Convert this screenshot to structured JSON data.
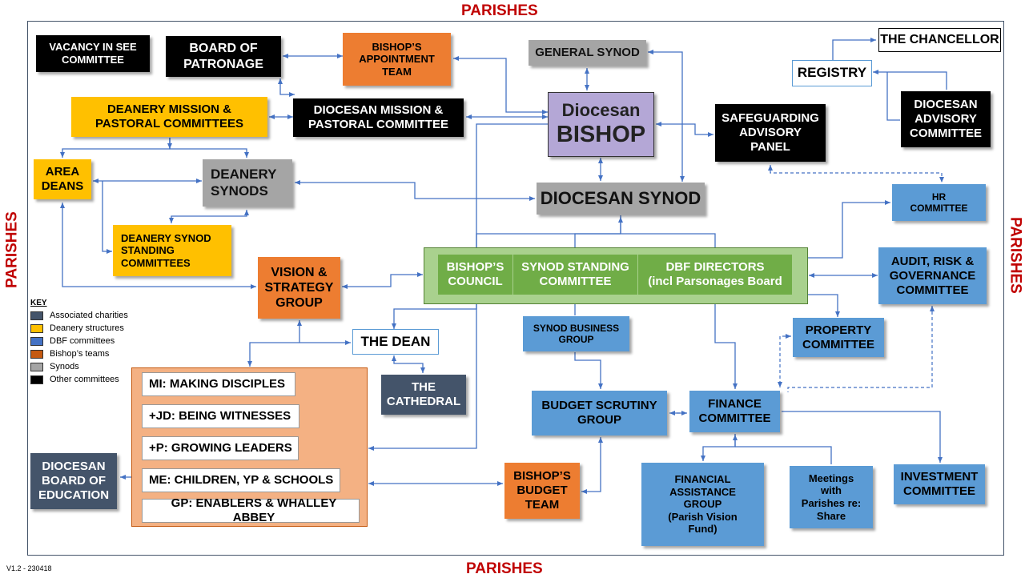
{
  "parishes": {
    "top": "PARISHES",
    "bottom": "PARISHES",
    "left": "PARISHES",
    "right": "PARISHES"
  },
  "nodes": {
    "vacancy": "VACANCY IN SEE\nCOMMITTEE",
    "board_patronage": "BOARD OF\nPATRONAGE",
    "appointment_team": "BISHOP’S\nAPPOINTMENT\nTEAM",
    "general_synod": "GENERAL SYNOD",
    "chancellor": "THE CHANCELLOR",
    "registry": "REGISTRY",
    "dac": "DIOCESAN\nADVISORY\nCOMMITTEE",
    "deanery_mission": "DEANERY MISSION &\nPASTORAL COMMITTEES",
    "diocesan_mission": "DIOCESAN MISSION &\nPASTORAL COMMITTEE",
    "bishop_line1": "Diocesan",
    "bishop_line2": "BISHOP",
    "safeguarding": "SAFEGUARDING\nADVISORY\nPANEL",
    "area_deans": "AREA\nDEANS",
    "deanery_synods": "DEANERY\nSYNODS",
    "diocesan_synod": "DIOCESAN SYNOD",
    "hr_committee": "HR\nCOMMITTEE",
    "deanery_synod_standing": "DEANERY SYNOD\nSTANDING\nCOMMITTEES",
    "vision_strategy": "VISION &\nSTRATEGY\nGROUP",
    "bishops_council": "BISHOP’S\nCOUNCIL",
    "synod_standing": "SYNOD STANDING\nCOMMITTEE",
    "dbf_directors": "DBF DIRECTORS\n(incl Parsonages Board",
    "audit_risk": "AUDIT, RISK &\nGOVERNANCE\nCOMMITTEE",
    "the_dean": "THE DEAN",
    "synod_business": "SYNOD BUSINESS\nGROUP",
    "property": "PROPERTY\nCOMMITTEE",
    "the_cathedral": "THE\nCATHEDRAL",
    "budget_scrutiny": "BUDGET SCRUTINY\nGROUP",
    "finance": "FINANCE\nCOMMITTEE",
    "mi": "MI: MAKING DISCIPLES",
    "jd": "+JD: BEING WITNESSES",
    "p": "+P: GROWING LEADERS",
    "me": "ME: CHILDREN, YP & SCHOOLS",
    "gp": "GP: ENABLERS & WHALLEY ABBEY",
    "board_education": "DIOCESAN\nBOARD OF\nEDUCATION",
    "bishops_budget": "BISHOP’S\nBUDGET\nTEAM",
    "financial_assistance": "FINANCIAL\nASSISTANCE\nGROUP\n(Parish Vision\nFund)",
    "meetings_parishes": "Meetings\nwith\nParishes re:\nShare",
    "investment": "INVESTMENT\nCOMMITTEE"
  },
  "legend": {
    "title": "KEY",
    "items": [
      {
        "label": "Associated charities",
        "color": "#44546a"
      },
      {
        "label": "Deanery structures",
        "color": "#ffc000"
      },
      {
        "label": "DBF committees",
        "color": "#4472c4"
      },
      {
        "label": "Bishop’s teams",
        "color": "#c55a11"
      },
      {
        "label": "Synods",
        "color": "#a5a5a5"
      },
      {
        "label": "Other committees",
        "color": "#000000"
      }
    ]
  },
  "version": "V1.2 - 230418",
  "colors": {
    "connector": "#4472c4",
    "parishes": "#c00000",
    "frame": "#44546a"
  }
}
